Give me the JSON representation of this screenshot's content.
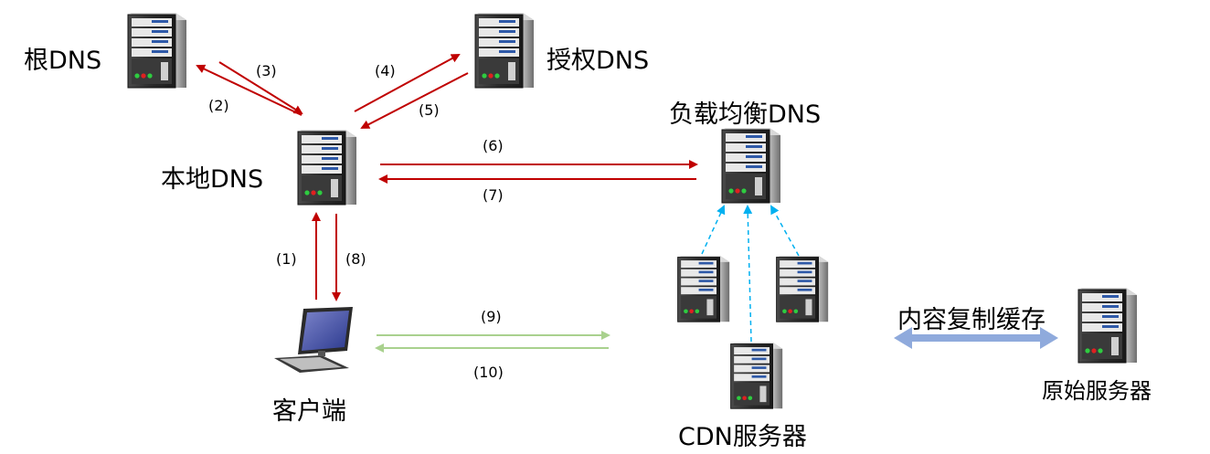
{
  "nodes": {
    "root_dns": "根DNS",
    "auth_dns": "授权DNS",
    "local_dns": "本地DNS",
    "lb_dns": "负载均衡DNS",
    "client": "客户端",
    "cdn_servers": "CDN服务器",
    "origin_server": "原始服务器"
  },
  "edges": {
    "replication": "内容复制缓存",
    "s1": "(1)",
    "s2": "(2)",
    "s3": "(3)",
    "s4": "(4)",
    "s5": "(5)",
    "s6": "(6)",
    "s7": "(7)",
    "s8": "(8)",
    "s9": "(9)",
    "s10": "(10)"
  },
  "colors": {
    "dns_arrow": "#c00000",
    "client_cdn_arrow": "#a9d18e",
    "cdn_link": "#00b0f0",
    "replication_arrow": "#8faadc"
  },
  "icons": {
    "server": "server-tower-icon",
    "client": "desktop-computer-icon"
  }
}
